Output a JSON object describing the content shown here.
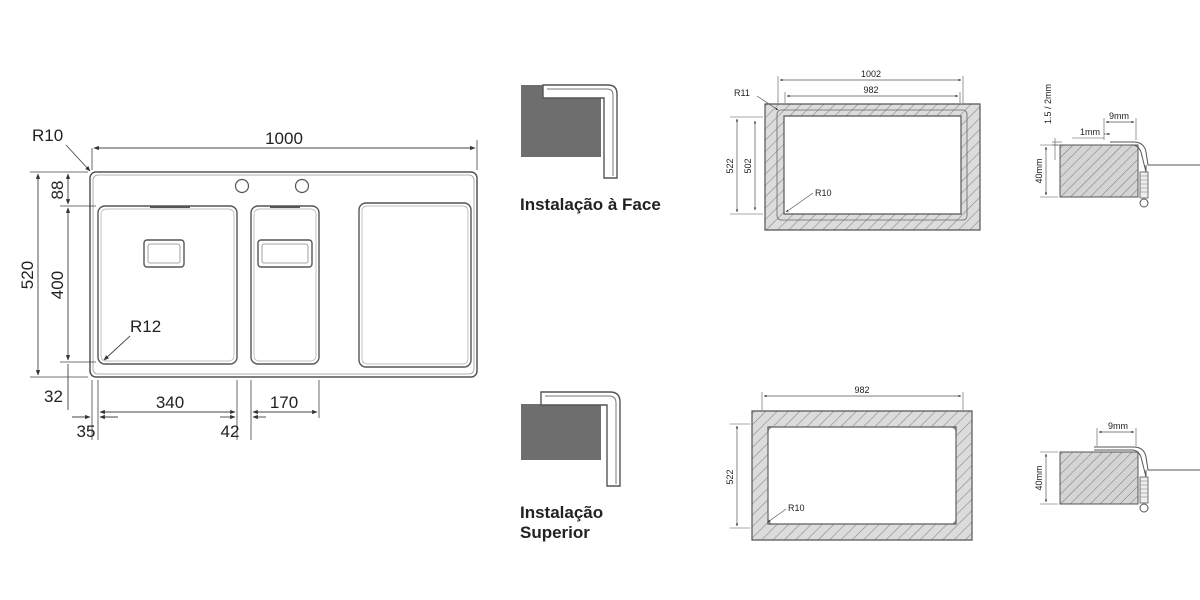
{
  "labels": {
    "face_install": "Instalação à Face",
    "top_install_line1": "Instalação",
    "top_install_line2": "Superior"
  },
  "main_plan": {
    "r10": "R10",
    "width_1000": "1000",
    "height_520": "520",
    "h_88": "88",
    "h_400": "400",
    "h_32": "32",
    "r12": "R12",
    "w_340": "340",
    "w_170": "170",
    "w_35": "35",
    "w_42": "42"
  },
  "face_cutout": {
    "w_1002": "1002",
    "w_982": "982",
    "r11": "R11",
    "h_522": "522",
    "h_502": "502",
    "r10": "R10"
  },
  "face_section": {
    "thickness": "1.5 / 2mm",
    "gap_9": "9mm",
    "gap_1": "1mm",
    "depth": "40mm"
  },
  "top_cutout": {
    "w_982": "982",
    "h_522": "522",
    "r10": "R10"
  },
  "top_section": {
    "gap_9": "9mm",
    "depth": "40mm"
  }
}
